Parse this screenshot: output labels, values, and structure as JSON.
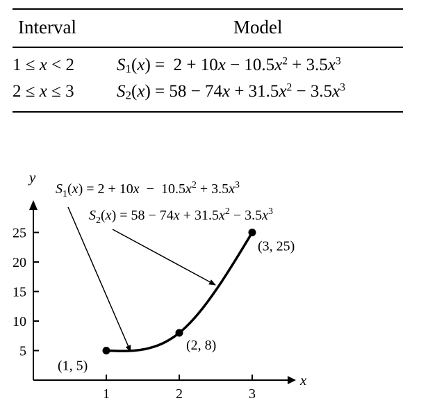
{
  "table": {
    "headers": [
      "Interval",
      "Model"
    ],
    "rows": [
      {
        "interval": "1 ≤ x < 2",
        "model": "S1(x) = 2 + 10x − 10.5x^2 + 3.5x^3"
      },
      {
        "interval": "2 ≤ x ≤ 3",
        "model": "S2(x) = 58 − 74x + 31.5x^2 − 3.5x^3"
      }
    ]
  },
  "chart_data": {
    "type": "line",
    "xlabel": "x",
    "ylabel": "y",
    "xlim": [
      0,
      3.6
    ],
    "ylim": [
      0,
      30
    ],
    "x_ticks": [
      "1",
      "2",
      "3"
    ],
    "y_ticks": [
      "5",
      "10",
      "15",
      "20",
      "25"
    ],
    "series": [
      {
        "name": "S1(x) = 2 + 10x − 10.5x^2 + 3.5x^3",
        "domain": [
          1,
          2
        ],
        "coefficients": [
          2,
          10,
          -10.5,
          3.5
        ]
      },
      {
        "name": "S2(x) = 58 − 74x + 31.5x^2 − 3.5x^3",
        "domain": [
          2,
          3
        ],
        "coefficients": [
          58,
          -74,
          31.5,
          -3.5
        ]
      }
    ],
    "points": [
      {
        "x": 1,
        "y": 5,
        "label": "(1, 5)"
      },
      {
        "x": 2,
        "y": 8,
        "label": "(2, 8)"
      },
      {
        "x": 3,
        "y": 25,
        "label": "(3, 25)"
      }
    ]
  }
}
